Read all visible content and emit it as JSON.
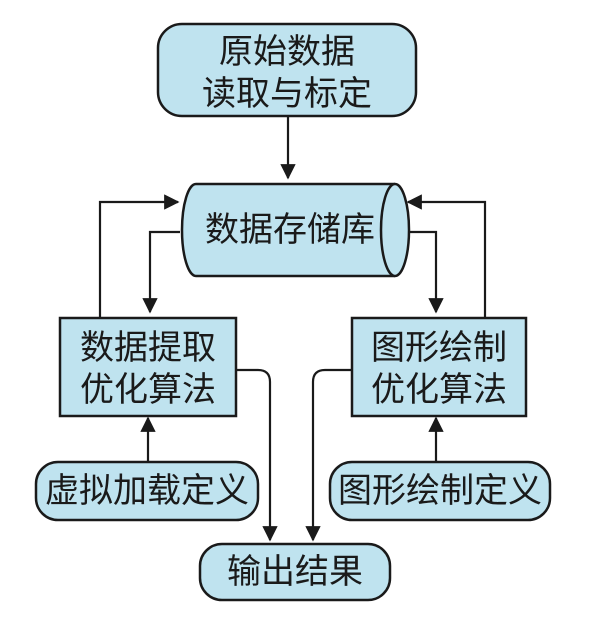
{
  "colors": {
    "node_fill": "#bfe3ef",
    "stroke": "#1a1a1a",
    "background": "#ffffff"
  },
  "nodes": {
    "raw_data": {
      "line1": "原始数据",
      "line2": "读取与标定"
    },
    "database": {
      "label": "数据存储库"
    },
    "extract_opt": {
      "line1": "数据提取",
      "line2": "优化算法"
    },
    "draw_opt": {
      "line1": "图形绘制",
      "line2": "优化算法"
    },
    "virtual_load": {
      "label": "虚拟加载定义"
    },
    "graphic_def": {
      "label": "图形绘制定义"
    },
    "output": {
      "label": "输出结果"
    }
  },
  "edges": [
    {
      "from": "raw_data",
      "to": "database"
    },
    {
      "from": "extract_opt",
      "to": "database"
    },
    {
      "from": "database",
      "to": "extract_opt"
    },
    {
      "from": "draw_opt",
      "to": "database"
    },
    {
      "from": "database",
      "to": "draw_opt"
    },
    {
      "from": "virtual_load",
      "to": "extract_opt"
    },
    {
      "from": "graphic_def",
      "to": "draw_opt"
    },
    {
      "from": "extract_opt",
      "to": "output"
    },
    {
      "from": "draw_opt",
      "to": "output"
    }
  ]
}
